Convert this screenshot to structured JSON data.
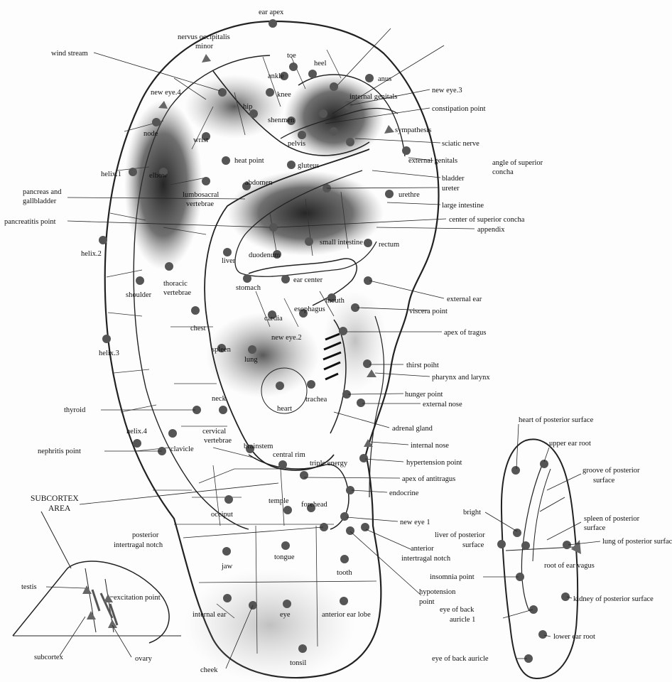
{
  "labels": {
    "ear_apex": "ear apex",
    "nervus_occipitalis": "nervus occipitalis",
    "minor": "minor",
    "wind_stream": "wind stream",
    "toe": "toe",
    "heel": "heel",
    "ankle": "ankle",
    "anus": "anus",
    "knee": "knee",
    "internal_genitals": "internal genitals",
    "new_eye_4": "new eye.4",
    "hip": "hip",
    "new_eye_3": "new eye.3",
    "constipation_point": "constipation point",
    "shenmen": "shenmen",
    "node": "node",
    "wrist": "wrist",
    "sympathesis": "sympathesis",
    "pelvis": "pelvis",
    "sciatic_nerve": "sciatic nerve",
    "heat_point": "heat point",
    "gluteus": "gluteus",
    "external_genitals": "external genitals",
    "angle_of_superior": "angle of superior",
    "concha": "concha",
    "helix_1": "helix.1",
    "elbow": "elbow",
    "bladder": "bladder",
    "abdomen": "abdomen",
    "ureter": "ureter",
    "pancreas_and": "pancreas and",
    "gallbladder": "gallbladder",
    "lumbosacral": "lumbosacral",
    "vertebrae": "vertebrae",
    "urethre": "urethre",
    "large_intestine": "large intestine",
    "pancreatitis_point": "pancreatitis point",
    "center_of_superior_concha": "center of superior concha",
    "appendix": "appendix",
    "small_intestine": "small intestine",
    "rectum": "rectum",
    "helix_2": "helix.2",
    "liver": "liver",
    "duodenum": "duodenum",
    "ear_center": "ear center",
    "stomach": "stomach",
    "external_ear": "external ear",
    "thoracic": "thoracic",
    "shoulder": "shoulder",
    "cardia": "cardia",
    "esophagus": "esophagus",
    "mouth": "mouth",
    "viscera_point": "viscera point",
    "chest": "chest",
    "apex_of_tragus": "apex of tragus",
    "new_eye_2": "new eye.2",
    "spleen": "spleen",
    "lung": "lung",
    "helix_3": "helix.3",
    "thirst_point": "thirst poiht",
    "pharynx_and_larynx": "pharynx and larynx",
    "heart": "heart",
    "trachea": "trachea",
    "hunger_point": "hunger point",
    "thyroid": "thyroid",
    "neck": "neck",
    "external_nose": "external nose",
    "adrenal_gland": "adrenal gland",
    "helix_4": "helix.4",
    "cervical": "cervical",
    "clavicle": "clavicle",
    "internal_nose": "internal nose",
    "brainstem": "brainstem",
    "nephritis_point": "nephritis point",
    "central_rim": "central rim",
    "triple_energy": "triple energy",
    "hypertension_point": "hypertension point",
    "apex_of_antitragus": "apex of antitragus",
    "subcortex_area_1": "SUBCORTEX",
    "subcortex_area_2": "AREA",
    "endocrine": "endocrine",
    "occiput": "occiput",
    "temple": "temple",
    "forehead": "forehead",
    "new_eye_1": "new eye 1",
    "posterior": "posterior",
    "intertragal_notch": "intertragal notch",
    "anterior": "anterior",
    "anterior_intertragal_notch": "intertragal notch",
    "jaw": "jaw",
    "tongue": "tongue",
    "tooth": "tooth",
    "testis": "testis",
    "excitation_point": "excitation point",
    "hypotension": "hypotension",
    "point": "point",
    "internal_ear": "internal ear",
    "eye": "eye",
    "anterior_ear_lobe": "anterior ear lobe",
    "subcortex": "subcortex",
    "ovary": "ovary",
    "tonsil": "tonsil",
    "cheek": "cheek",
    "heart_of_posterior_surface": "heart of  posterior surface",
    "upper_ear_root": "upper ear root",
    "groove_of_posterior": "groove of posterior",
    "surface": "surface",
    "bright": "bright",
    "spleen_of_posterior": "spleen of posterior",
    "surface_2": "surface",
    "liver_of_posterior": "liver of posterior",
    "surface_3": "surface",
    "lung_of_posterior_surface": "lung of posterior surface",
    "root_of_ear_vagus": "root of ear vagus",
    "insomnia_point": "insomnia point",
    "eye_of_back": "eye of back",
    "auricle_1": "auricle 1",
    "kidney_of_posterior_surface": "kidney of posterior surface",
    "lower_ear_root": "lower ear root",
    "eye_of_back_auricle": "eye of back auricle"
  }
}
